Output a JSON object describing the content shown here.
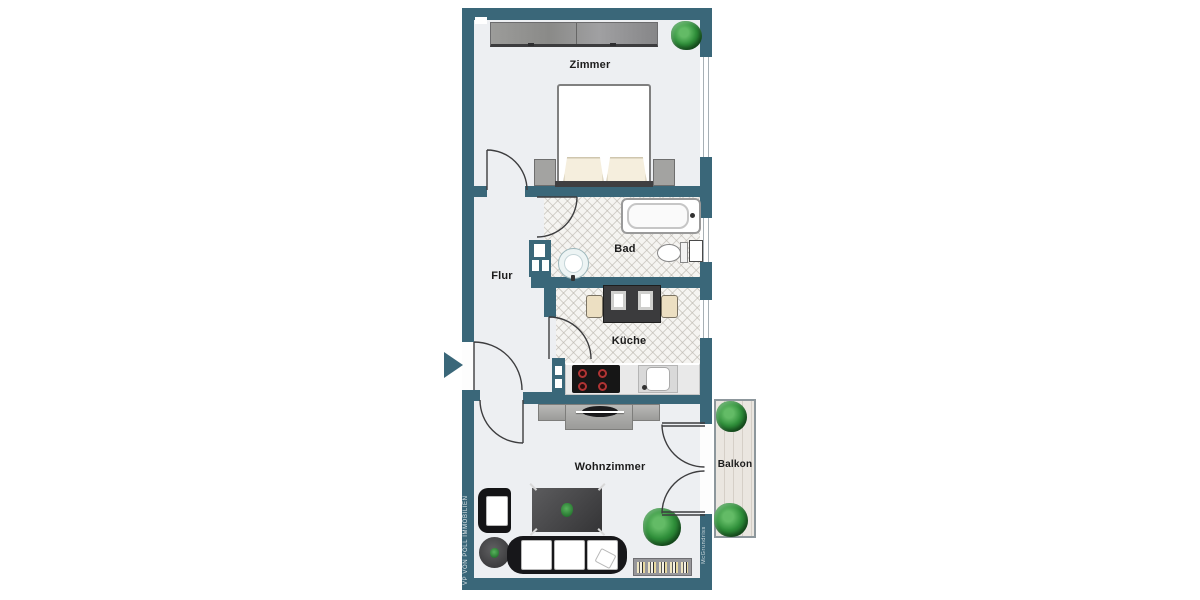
{
  "floorplan": {
    "rooms": [
      {
        "id": "zimmer",
        "label": "Zimmer"
      },
      {
        "id": "flur",
        "label": "Flur"
      },
      {
        "id": "bad",
        "label": "Bad"
      },
      {
        "id": "kueche",
        "label": "Küche"
      },
      {
        "id": "wohnzimmer",
        "label": "Wohnzimmer"
      },
      {
        "id": "balkon",
        "label": "Balkon"
      }
    ],
    "watermarks": {
      "left": "VP VON POLL IMMOBILIEN",
      "right": "McGrundriss"
    },
    "colors": {
      "wall": "#3a6779",
      "floor": "#edeff2",
      "tile_floor": "#f5f4f1",
      "plant_green": "#2f8f3a",
      "deck": "#eae6e0",
      "burner_red": "#b03434"
    }
  }
}
